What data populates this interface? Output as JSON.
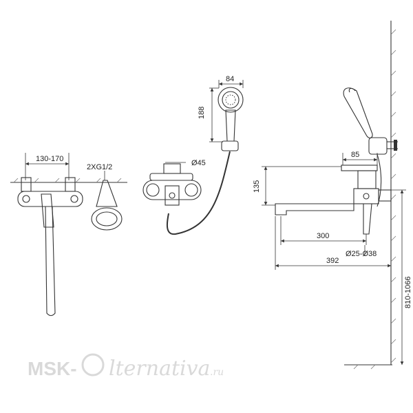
{
  "diagram": {
    "labels": {
      "d_130_170": "130-170",
      "d_2xg": "2XG1/2",
      "d_84": "84",
      "d_188": "188",
      "d_45": "Ø45",
      "d_135": "135",
      "d_85": "85",
      "d_300": "300",
      "d_25_38": "Ø25-Ø38",
      "d_392": "392",
      "d_810_1066": "810-1066"
    },
    "watermark": {
      "part1": "MSK-",
      "part2": "lternativa",
      "part3": ".ru"
    },
    "colors": {
      "line": "#333333",
      "hatch": "#777777",
      "watermark": "#d9d9d9"
    }
  }
}
